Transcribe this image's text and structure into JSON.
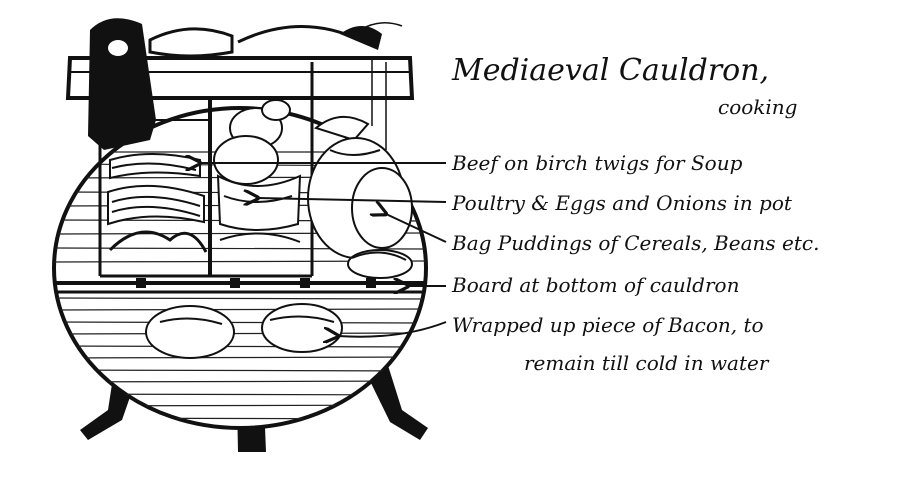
{
  "title": {
    "main": "Mediaeval Cauldron,",
    "sub": "cooking"
  },
  "labels": [
    {
      "id": "beef",
      "text": "Beef on birch twigs for Soup"
    },
    {
      "id": "poultry",
      "text": "Poultry & Eggs and Onions in pot"
    },
    {
      "id": "puddings",
      "text": "Bag Puddings of Cereals, Beans etc."
    },
    {
      "id": "board",
      "text": "Board at bottom of cauldron"
    },
    {
      "id": "bacon",
      "text": "Wrapped up piece of Bacon, to"
    },
    {
      "id": "bacon-2",
      "text": "remain till cold in water"
    }
  ],
  "colors": {
    "ink": "#111111",
    "paper": "#ffffff"
  }
}
